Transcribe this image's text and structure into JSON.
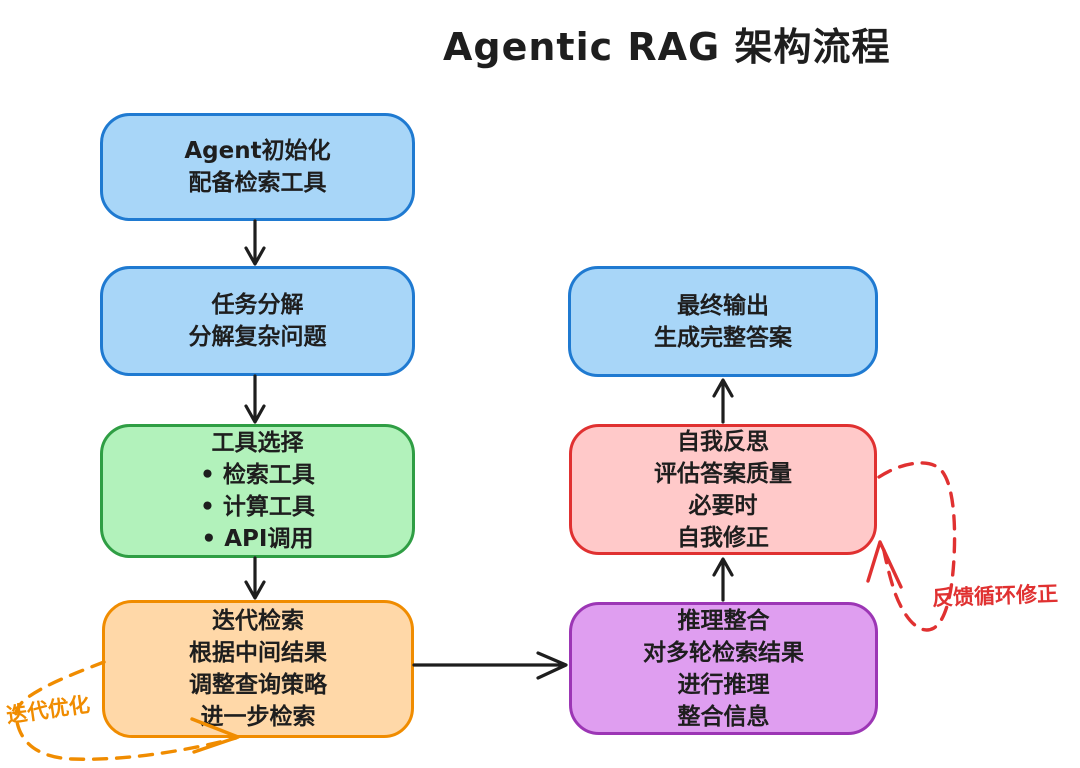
{
  "title": "Agentic RAG 架构流程",
  "nodes": {
    "agent_init": {
      "lines": [
        "Agent初始化",
        "配备检索工具"
      ],
      "fill": "#a8d6f8",
      "stroke": "#1f7ad1"
    },
    "task_decompose": {
      "lines": [
        "任务分解",
        "分解复杂问题"
      ],
      "fill": "#a8d6f8",
      "stroke": "#1f7ad1"
    },
    "tool_select": {
      "lines": [
        "工具选择",
        "• 检索工具",
        "• 计算工具",
        "• API调用"
      ],
      "fill": "#b2f2bb",
      "stroke": "#2f9e44"
    },
    "iterative_retrieval": {
      "lines": [
        "迭代检索",
        "根据中间结果",
        "调整查询策略",
        "进一步检索"
      ],
      "fill": "#ffd8a8",
      "stroke": "#f08c00"
    },
    "reasoning": {
      "lines": [
        "推理整合",
        "对多轮检索结果",
        "进行推理",
        "整合信息"
      ],
      "fill": "#df9ef0",
      "stroke": "#9c36b5"
    },
    "self_reflection": {
      "lines": [
        "自我反思",
        "评估答案质量",
        "必要时",
        "自我修正"
      ],
      "fill": "#ffc9c9",
      "stroke": "#e03131"
    },
    "final_output": {
      "lines": [
        "最终输出",
        "生成完整答案"
      ],
      "fill": "#a8d6f8",
      "stroke": "#1f7ad1"
    }
  },
  "annotations": {
    "iterative_optimization": {
      "text": "迭代优化",
      "color": "#f08c00"
    },
    "feedback_loop": {
      "text": "反馈循环修正",
      "color": "#e03131"
    }
  },
  "arrow_color": "#1e1e1e"
}
